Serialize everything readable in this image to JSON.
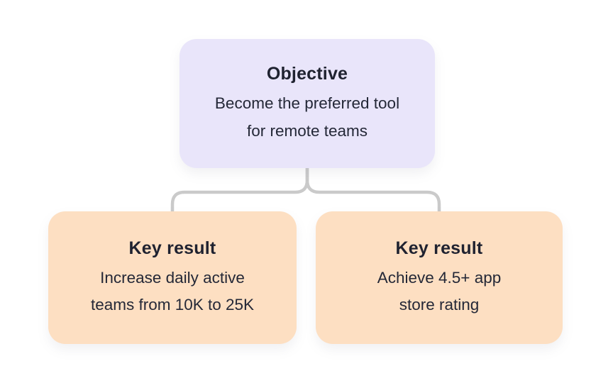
{
  "colors": {
    "canvas-bg": "#ffffff",
    "objective-fill": "#E9E5FA",
    "kr-fill": "#FDDFC2",
    "title-color": "#1F2230",
    "body-color": "#242837",
    "connector-color": "#CACACA"
  },
  "objective": {
    "title": "Objective",
    "body_lines": [
      "Become the preferred tool",
      "for remote teams"
    ]
  },
  "key_results": [
    {
      "title": "Key result",
      "body_lines": [
        "Increase daily active",
        "teams from 10K to 25K"
      ]
    },
    {
      "title": "Key result",
      "body_lines": [
        "Achieve 4.5+ app",
        "store rating"
      ]
    }
  ]
}
